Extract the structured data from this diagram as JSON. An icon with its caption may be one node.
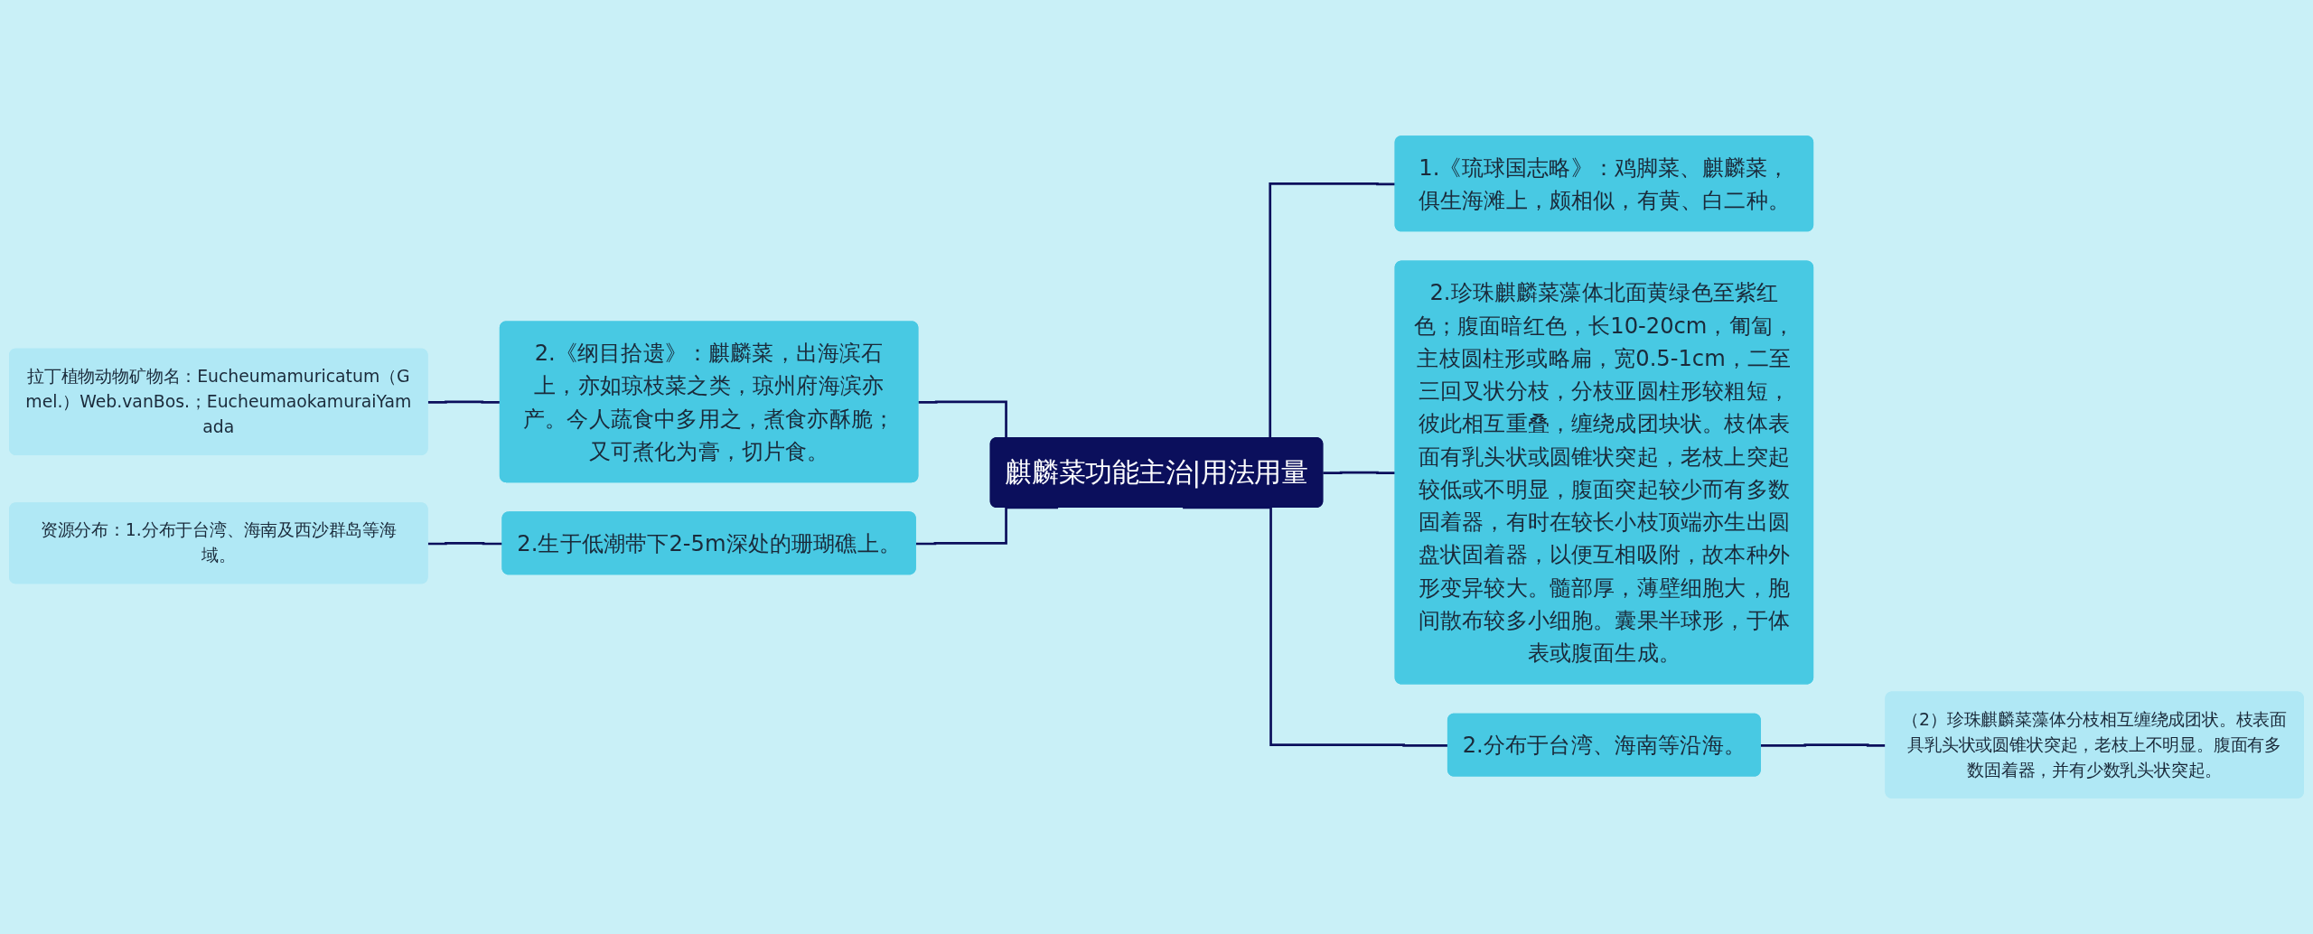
{
  "diagram": {
    "nodes": [
      {
        "text": [
          "麒麟菜功能主治|用法用量"
        ]
      },
      {
        "text": [
          "2.《纲目拾遗》：麒麟菜，出海滨石上，亦如琼枝菜之类，琼州府海滨亦产。今人蔬食中多用之，煮食亦酥脆；又可煮化为膏，切片食。"
        ]
      },
      {
        "text": [
          "拉丁植物动物矿物名：Eucheumamuricatum（Gmel.）Web.vanBos.；EucheumaokamuraiYamada"
        ]
      },
      {
        "text": [
          "2.生于低潮带下2-5m深处的珊瑚礁上。"
        ]
      },
      {
        "text": [
          "资源分布：1.分布于台湾、海南及西沙群岛等海域。"
        ]
      },
      {
        "text": [
          "1.《琉球国志略》：鸡脚菜、麒麟菜，俱生海滩上，颇相似，有黄、白二种。"
        ]
      },
      {
        "text": [
          "2.珍珠麒麟菜藻体北面黄绿色至紫红色；腹面暗红色，长10-20cm，匍匐，主枝圆柱形或略扁，宽0.5-1cm，二至三回叉状分枝，分枝亚圆柱形较粗短，彼此相互重叠，缠绕成团块状。枝体表面有乳头状或圆锥状突起，老枝上突起较低或不明显，腹面突起较少而有多数固着器，有时在较长小枝顶端亦生出圆盘状固着器，以便互相吸附，故本种外形变异较大。髓部厚，薄壁细胞大，胞间散布较多小细胞。囊果半球形，于体表或腹面生成。"
        ]
      },
      {
        "text": [
          "2.分布于台湾、海南等沿海。"
        ]
      },
      {
        "text": [
          "（2）珍珠麒麟菜藻体分枝相互缠绕成团状。枝表面具乳头状或圆锥状突起，老枝上不明显。腹面有多数固着器，并有少数乳头状突起。"
        ]
      }
    ],
    "edges": [
      {
        "from": 2,
        "to": 1,
        "arrow": "none"
      },
      {
        "from": 1,
        "to": 0,
        "arrow": "none"
      },
      {
        "from": 4,
        "to": 3,
        "arrow": "none"
      },
      {
        "from": 3,
        "to": 0,
        "arrow": "none"
      },
      {
        "from": 0,
        "to": 5,
        "arrow": "none"
      },
      {
        "from": 0,
        "to": 6,
        "arrow": "none"
      },
      {
        "from": 0,
        "to": 7,
        "arrow": "none"
      },
      {
        "from": 7,
        "to": 8,
        "arrow": "none"
      }
    ]
  }
}
